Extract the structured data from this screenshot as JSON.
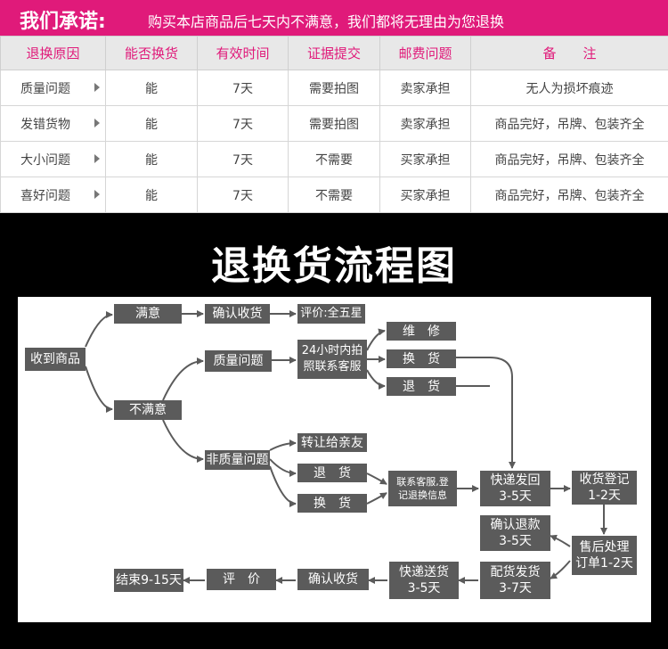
{
  "banner": {
    "title": "我们承诺:",
    "text": "购买本店商品后七天内不满意，我们都将无理由为您退换"
  },
  "table": {
    "headers": [
      "退换原因",
      "能否换货",
      "有效时间",
      "证据提交",
      "邮费问题",
      "备　　注"
    ],
    "rows": [
      [
        "质量问题",
        "能",
        "7天",
        "需要拍图",
        "卖家承担",
        "无人为损坏痕迹"
      ],
      [
        "发错货物",
        "能",
        "7天",
        "需要拍图",
        "卖家承担",
        "商品完好，吊牌、包装齐全"
      ],
      [
        "大小问题",
        "能",
        "7天",
        "不需要",
        "买家承担",
        "商品完好，吊牌、包装齐全"
      ],
      [
        "喜好问题",
        "能",
        "7天",
        "不需要",
        "买家承担",
        "商品完好，吊牌、包装齐全"
      ]
    ]
  },
  "flow": {
    "title": "退换货流程图",
    "nodes": {
      "receive": "收到商品",
      "satisfied": "满意",
      "confirm_receipt_1": "确认收货",
      "rating": "评价:全五星",
      "unsatisfied": "不满意",
      "quality": "质量问题",
      "contact_24h": "24小时内拍照联系客服",
      "repair": "维　修",
      "exchange_q": "换　货",
      "return_q": "退　货",
      "non_quality": "非质量问题",
      "transfer": "转让给亲友",
      "return_n": "退　货",
      "exchange_n": "换　货",
      "register_info": "联系客服,登记退换信息",
      "ship_back": "快递发回\n3-5天",
      "receive_register": "收货登记\n1-2天",
      "confirm_refund": "确认退款\n3-5天",
      "after_sales": "售后处理订单1-2天",
      "pack_ship": "配货发货\n3-7天",
      "deliver": "快递送货\n3-5天",
      "confirm_receipt_2": "确认收货",
      "review": "评　价",
      "end": "结束9-15天"
    }
  }
}
